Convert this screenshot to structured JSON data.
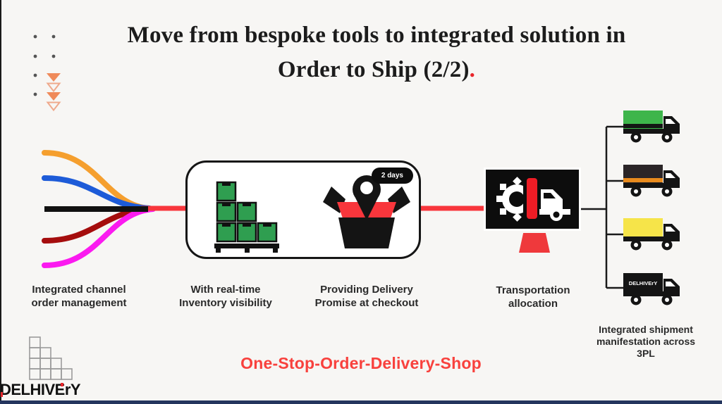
{
  "slide": {
    "title_line1": "Move from bespoke tools to integrated solution in",
    "title_line2": "Order to Ship (2/2)",
    "title_period": ".",
    "tagline": "One-Stop-Order-Delivery-Shop",
    "logo_text": "DELHIVErY"
  },
  "flow": {
    "badge_delivery_time": "2 days",
    "labels": {
      "channel": "Integrated channel\norder management",
      "inventory": "With real-time\nInventory visibility",
      "promise": "Providing Delivery\nPromise at checkout",
      "transport": "Transportation\nallocation",
      "manifestation": "Integrated shipment\nmanifestation across\n3PL"
    }
  },
  "trucks": [
    {
      "name": "green-3pl",
      "color": "#3eb54b",
      "stripe": "#141414",
      "label": ""
    },
    {
      "name": "dark-orange-3pl",
      "color": "#2b2527",
      "stripe": "#e98b1d",
      "label": ""
    },
    {
      "name": "yellow-3pl",
      "color": "#f6e449",
      "stripe": "#f6e449",
      "label": ""
    },
    {
      "name": "delhivery-3pl",
      "color": "#141414",
      "stripe": "#141414",
      "label": "DELHIVErY"
    }
  ],
  "colors": {
    "channel_orange": "#f59f2e",
    "channel_blue": "#1d5bd8",
    "channel_black": "#111111",
    "channel_dark_red": "#a50d0d",
    "channel_magenta": "#fb1af0",
    "flow_red": "#f8363c",
    "connector_black": "#1a1a1a",
    "inventory_green": "#2f9e50",
    "promise_red": "#f8363c",
    "screen_accent_red": "#ee1c25",
    "stand_red": "#ef393c",
    "tagline_red": "#f8413d",
    "footer_navy": "#24355e"
  }
}
